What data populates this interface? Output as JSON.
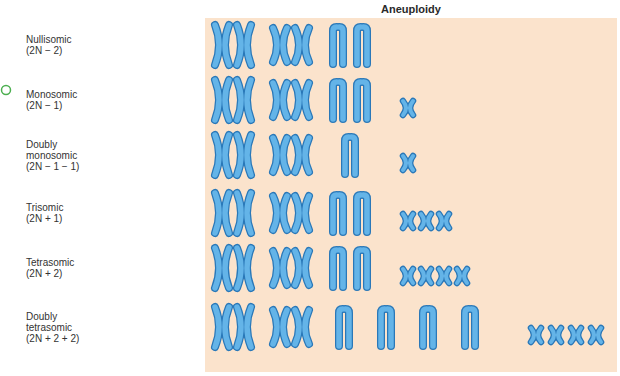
{
  "diagram": {
    "title": "Aneuploidy",
    "labels": [
      "Nullisomic",
      "(2N − 2)",
      "Monosomic",
      "(2N − 1)",
      "Doubly monosomic",
      "(2N − 1 − 1)",
      "Trisomic",
      "(2N + 1)",
      "Tetrasomic",
      "(2N + 2)",
      "Doubly tetrasomic",
      "(2N + 2 + 2)"
    ]
  }
}
